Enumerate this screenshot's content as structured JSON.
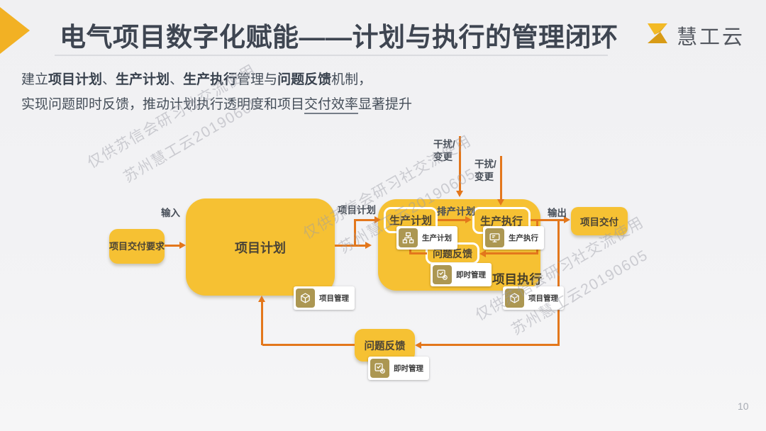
{
  "slide": {
    "page_number": "10"
  },
  "header": {
    "title": "电气项目数字化赋能——计划与执行的管理闭环"
  },
  "logo": {
    "name": "慧工云"
  },
  "intro": {
    "l1_s1": "建立",
    "l1_s2": "项目计划",
    "l1_s3": "、",
    "l1_s4": "生产计划",
    "l1_s5": "、",
    "l1_s6": "生产执行",
    "l1_s7": "管理与",
    "l1_s8": "问题反馈",
    "l1_s9": "机制，",
    "l2_s1": "实现问题即时反馈，推动计划执行透明度和项目",
    "l2_s2": "交付效率",
    "l2_s3": "显著提升"
  },
  "watermark": {
    "line1": "仅供苏信会研习社交流使用",
    "line2": "苏州慧工云20190605"
  },
  "diagram": {
    "labels": {
      "input": "输入",
      "output": "输出",
      "plan_edge": "项目计划",
      "schedule": "排产计划",
      "disturb_l1": "干扰/",
      "disturb_l2": "变更",
      "exec_group": "项目执行"
    },
    "nodes": {
      "delivery_req": "项目交付要求",
      "project_plan": "项目计划",
      "prod_plan": "生产计划",
      "prod_exec": "生产执行",
      "issue_feedback": "问题反馈",
      "project_delivery": "项目交付",
      "issue_feedback_outer": "问题反馈"
    },
    "badges": {
      "project_mgmt": "项目管理",
      "prod_plan": "生产计划",
      "prod_exec": "生产执行",
      "instant_mgmt": "即时管理"
    }
  },
  "colors": {
    "gold": "#F6C133",
    "arrow_orange": "#E3771C",
    "title": "#3E4551",
    "watermark_gray": "#9B9CA6",
    "badge_icon": "#AC9752",
    "background": "#F2F2F4"
  }
}
